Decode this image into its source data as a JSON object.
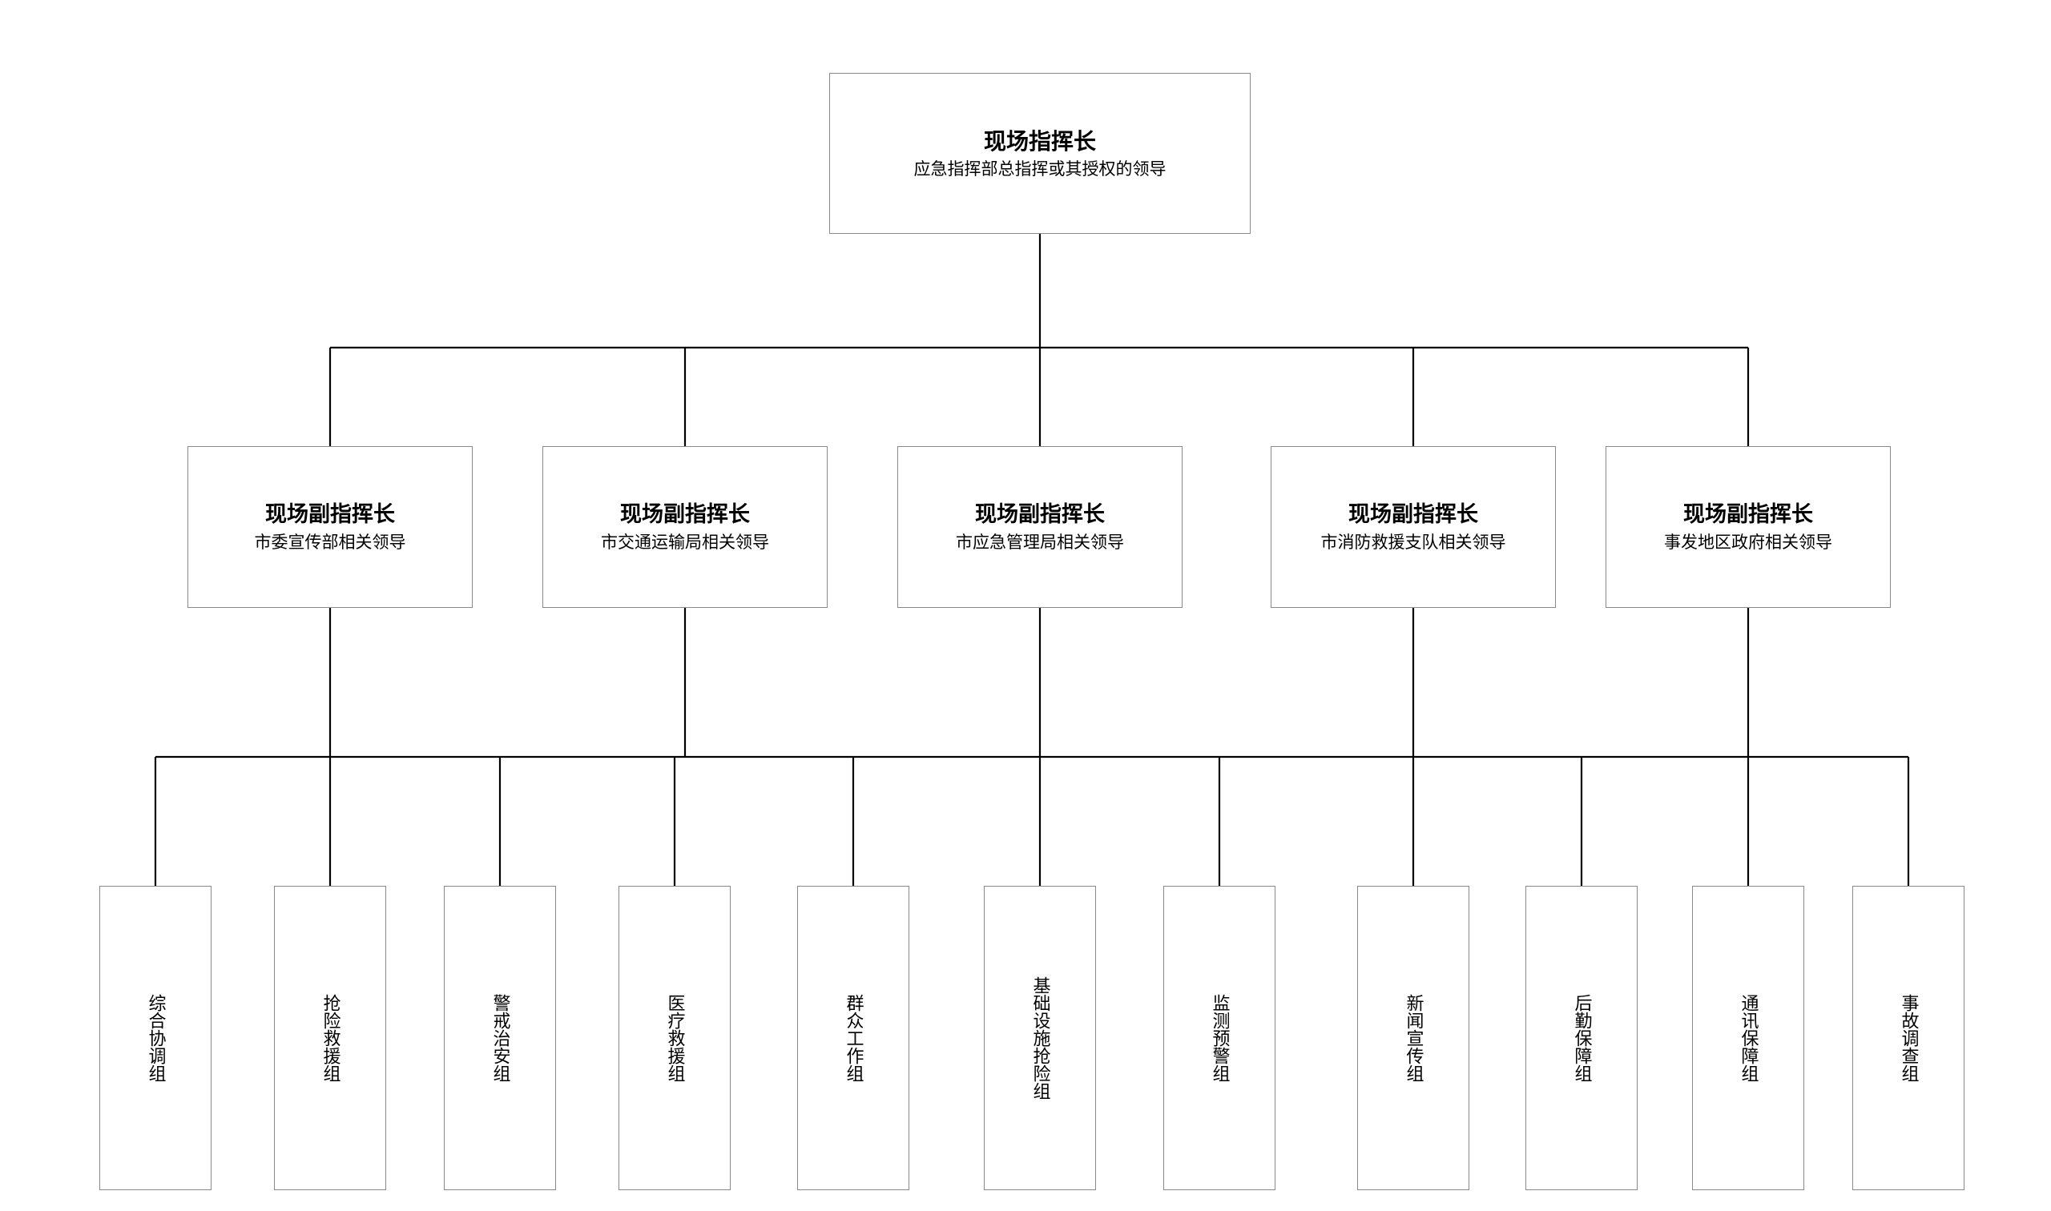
{
  "root": {
    "title": "现场指挥长",
    "subtitle": "应急指挥部总指挥或其授权的领导"
  },
  "deputies": [
    {
      "title": "现场副指挥长",
      "subtitle": "市委宣传部相关领导"
    },
    {
      "title": "现场副指挥长",
      "subtitle": "市交通运输局相关领导"
    },
    {
      "title": "现场副指挥长",
      "subtitle": "市应急管理局相关领导"
    },
    {
      "title": "现场副指挥长",
      "subtitle": "市消防救援支队相关领导"
    },
    {
      "title": "现场副指挥长",
      "subtitle": "事发地区政府相关领导"
    }
  ],
  "groups": [
    {
      "label": "综合协调组"
    },
    {
      "label": "抢险救援组"
    },
    {
      "label": "警戒治安组"
    },
    {
      "label": "医疗救援组"
    },
    {
      "label": "群众工作组"
    },
    {
      "label": "基础设施抢险组"
    },
    {
      "label": "监测预警组"
    },
    {
      "label": "新闻宣传组"
    },
    {
      "label": "后勤保障组"
    },
    {
      "label": "通讯保障组"
    },
    {
      "label": "事故调查组"
    }
  ]
}
